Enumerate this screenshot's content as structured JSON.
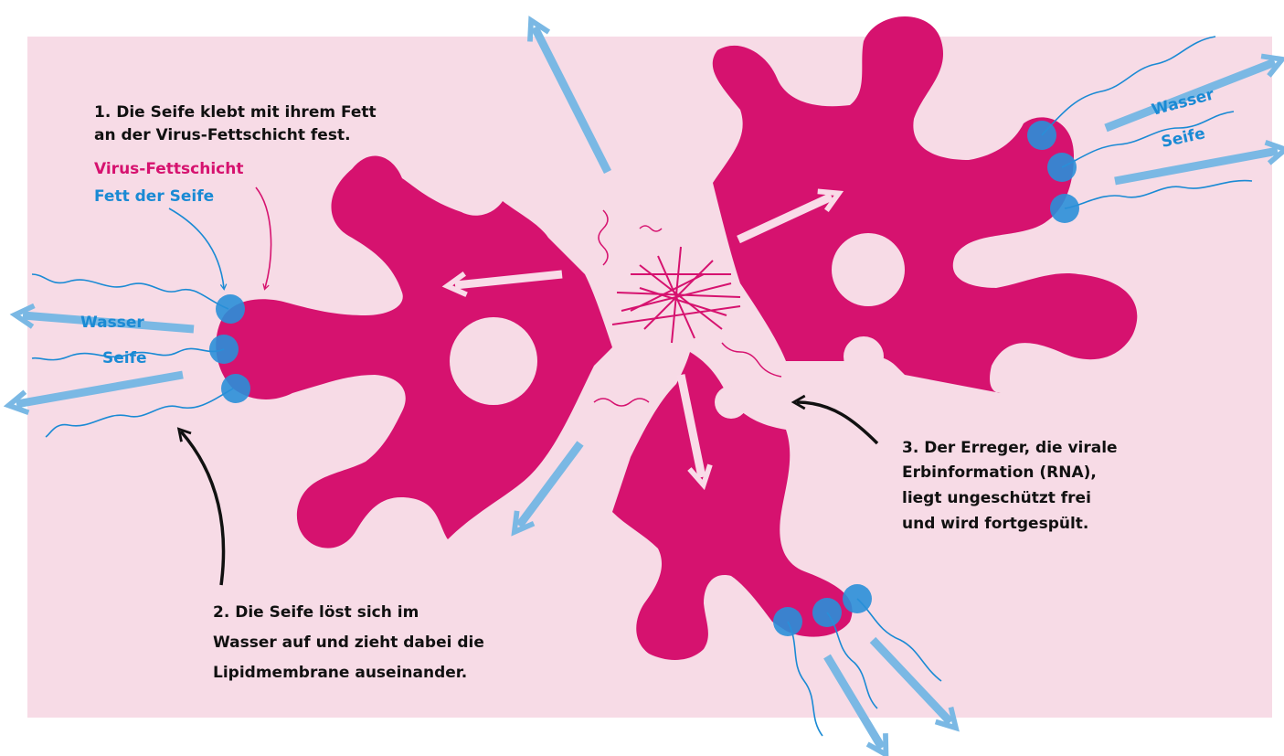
{
  "colors": {
    "background_panel": "#f7dbe6",
    "virus": "#d6126f",
    "virus_light": "#e63a8a",
    "water_arrow": "#7ab8e4",
    "soap_head": "#2a8fd8",
    "soap_label": "#1a8ad4",
    "membrane_label": "#d6126f",
    "inner_arrow": "#f9dbe8",
    "annotation_arrow": "#111111"
  },
  "step1": {
    "line1": "1. Die Seife klebt mit ihrem Fett",
    "line2": "an der Virus-Fettschicht fest.",
    "membrane_label": "Virus-Fettschicht",
    "soap_fat_label": "Fett der Seife"
  },
  "step2": {
    "line1": "2. Die Seife löst sich im",
    "line2": "Wasser auf und zieht dabei die",
    "line3": "Lipidmembrane auseinander."
  },
  "step3": {
    "line1": "3. Der Erreger, die virale",
    "line2": "Erbinformation (RNA),",
    "line3": "liegt ungeschützt frei",
    "line4": "und wird fortgespült."
  },
  "labels_left": {
    "water": "Wasser",
    "soap": "Seife"
  },
  "labels_right": {
    "water": "Wasser",
    "soap": "Seife"
  },
  "icons": {
    "virus_fragments": "virus-fragment-icon",
    "soap_molecule": "soap-molecule-icon",
    "rna_burst": "rna-strand-icon"
  }
}
